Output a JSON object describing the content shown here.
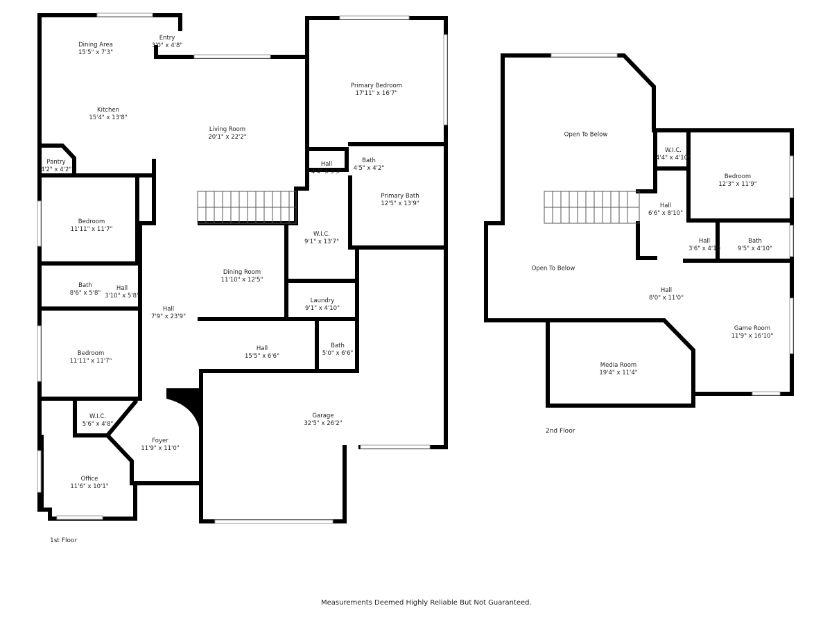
{
  "floors": [
    {
      "label": "1st Floor",
      "rooms": [
        {
          "name": "Dining Area",
          "size": "15'5\" x 7'3\""
        },
        {
          "name": "Entry",
          "size": "3'0\" x 4'8\""
        },
        {
          "name": "Kitchen",
          "size": "15'4\" x 13'8\""
        },
        {
          "name": "Living Room",
          "size": "20'1\" x 22'2\""
        },
        {
          "name": "Primary Bedroom",
          "size": "17'11\" x 16'7\""
        },
        {
          "name": "Pantry",
          "size": "4'2\" x 4'2\""
        },
        {
          "name": "Hall",
          "size": "4'4\" x 3'3\""
        },
        {
          "name": "Bath",
          "size": "4'5\" x 4'2\""
        },
        {
          "name": "Primary Bath",
          "size": "12'5\" x 13'9\""
        },
        {
          "name": "Bedroom",
          "size": "11'11\" x 11'7\""
        },
        {
          "name": "W.I.C.",
          "size": "9'1\" x 13'7\""
        },
        {
          "name": "Dining Room",
          "size": "11'10\" x 12'5\""
        },
        {
          "name": "Bath",
          "size": "8'6\" x 5'8\""
        },
        {
          "name": "Hall",
          "size": "3'10\" x 5'8\""
        },
        {
          "name": "Laundry",
          "size": "9'1\" x 4'10\""
        },
        {
          "name": "Hall",
          "size": "7'9\" x 23'9\""
        },
        {
          "name": "Hall",
          "size": "15'5\" x 6'6\""
        },
        {
          "name": "Bath",
          "size": "5'0\" x 6'6\""
        },
        {
          "name": "Bedroom",
          "size": "11'11\" x 11'7\""
        },
        {
          "name": "W.I.C.",
          "size": "5'6\" x 4'8\""
        },
        {
          "name": "Garage",
          "size": "32'5\" x 26'2\""
        },
        {
          "name": "Foyer",
          "size": "11'9\" x 11'0\""
        },
        {
          "name": "Office",
          "size": "11'6\" x 10'1\""
        }
      ]
    },
    {
      "label": "2nd Floor",
      "rooms": [
        {
          "name": "Open To Below",
          "size": ""
        },
        {
          "name": "W.I.C.",
          "size": "4'4\" x 4'10\""
        },
        {
          "name": "Bedroom",
          "size": "12'3\" x 11'9\""
        },
        {
          "name": "Hall",
          "size": "6'6\" x 8'10\""
        },
        {
          "name": "Hall",
          "size": "3'6\" x 4'10"
        },
        {
          "name": "Bath",
          "size": "9'5\" x 4'10\""
        },
        {
          "name": "Open To Below",
          "size": ""
        },
        {
          "name": "Hall",
          "size": "8'0\" x 11'0\""
        },
        {
          "name": "Game Room",
          "size": "11'9\" x 16'10\""
        },
        {
          "name": "Media Room",
          "size": "19'4\" x 11'4\""
        }
      ]
    }
  ],
  "disclaimer": "Measurements Deemed Highly Reliable But Not Guaranteed."
}
